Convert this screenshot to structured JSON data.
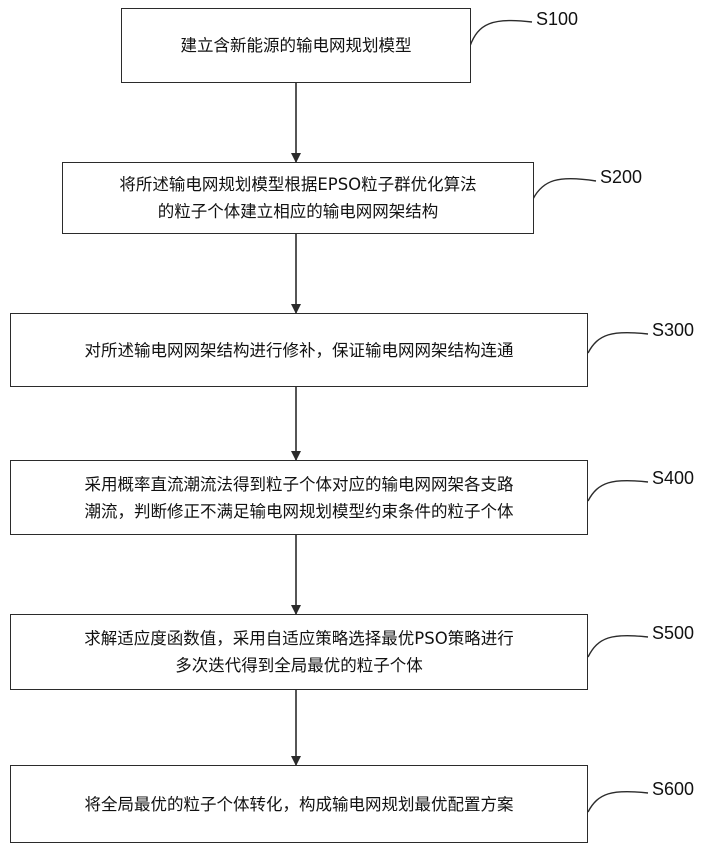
{
  "steps": [
    {
      "id": "S100",
      "label": "S100",
      "text": "建立含新能源的输电网规划模型"
    },
    {
      "id": "S200",
      "label": "S200",
      "text": "将所述输电网规划模型根据EPSO粒子群优化算法\n的粒子个体建立相应的输电网网架结构"
    },
    {
      "id": "S300",
      "label": "S300",
      "text": "对所述输电网网架结构进行修补，保证输电网网架结构连通"
    },
    {
      "id": "S400",
      "label": "S400",
      "text": "采用概率直流潮流法得到粒子个体对应的输电网网架各支路\n潮流，判断修正不满足输电网规划模型约束条件的粒子个体"
    },
    {
      "id": "S500",
      "label": "S500",
      "text": "求解适应度函数值，采用自适应策略选择最优PSO策略进行\n多次迭代得到全局最优的粒子个体"
    },
    {
      "id": "S600",
      "label": "S600",
      "text": "将全局最优的粒子个体转化，构成输电网规划最优配置方案"
    }
  ]
}
